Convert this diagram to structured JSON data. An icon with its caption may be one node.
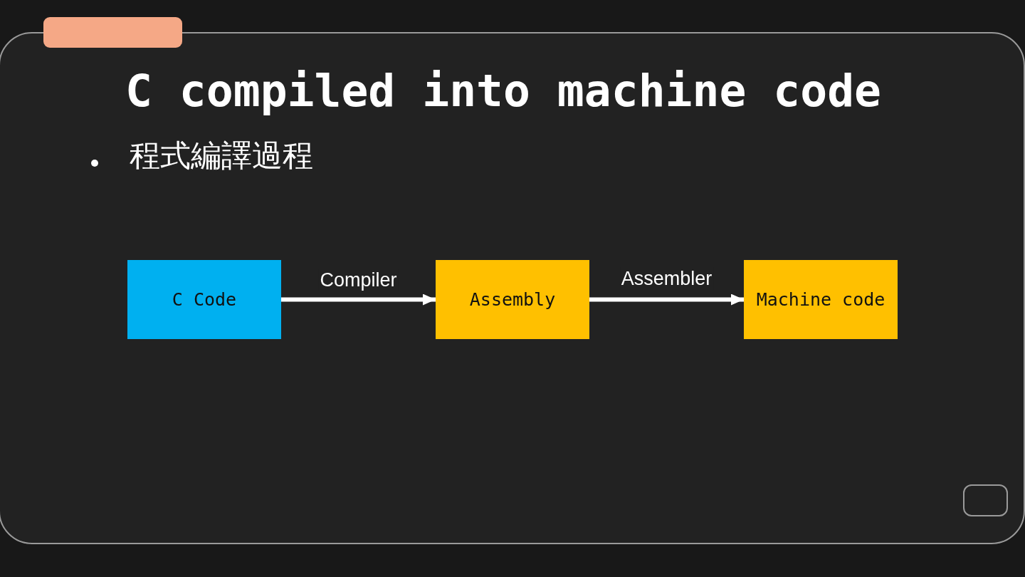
{
  "diagram": {
    "title": "C compiled into machine code",
    "nodes": [
      {
        "text": [
          "C Code"
        ]
      },
      {
        "text": [
          "Assembly"
        ]
      },
      {
        "text": [
          "Machine code"
        ]
      }
    ],
    "edges": [
      {
        "from": 0,
        "to": 1,
        "arrow": "to",
        "label": "Compiler"
      },
      {
        "from": 1,
        "to": 2,
        "arrow": "to",
        "label": "Assembler"
      }
    ],
    "labels": [
      "程式編譯過程"
    ]
  }
}
